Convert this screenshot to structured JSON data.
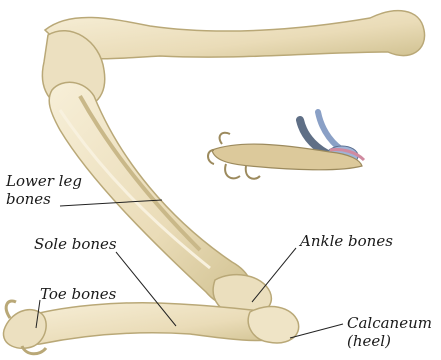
{
  "labels": {
    "lower_leg_line1": "Lower leg",
    "lower_leg_line2": "bones",
    "sole": "Sole bones",
    "toe": "Toe bones",
    "ankle": "Ankle bones",
    "calcaneum_line1": "Calcaneum",
    "calcaneum_line2": "(heel)"
  },
  "colors": {
    "bone": "#eee3c6",
    "bone_shadow": "#cbbd92",
    "inset_bone_blue": "#7f98c2",
    "inset_bone_tan": "#d8c69a",
    "leader_line": "#222222"
  }
}
